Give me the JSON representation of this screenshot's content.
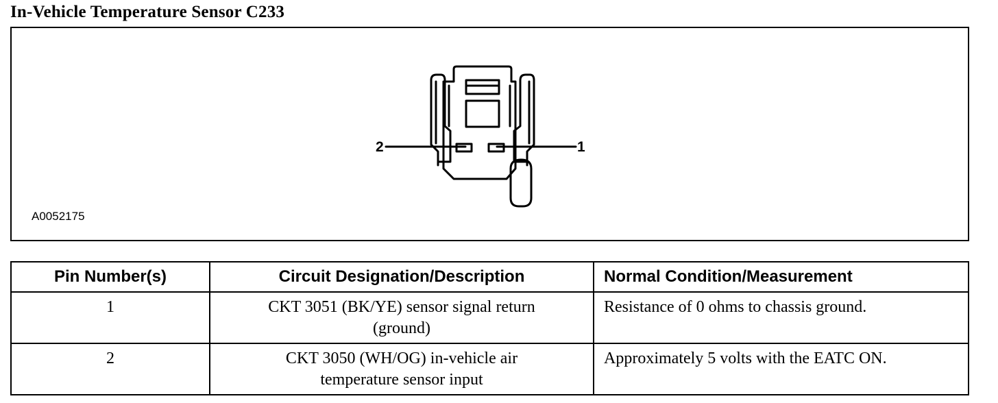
{
  "page": {
    "title": "In-Vehicle Temperature Sensor C233"
  },
  "figure": {
    "figure_id": "A0052175",
    "pin_labels": {
      "left": "2",
      "right": "1"
    }
  },
  "table": {
    "headers": [
      "Pin Number(s)",
      "Circuit Designation/Description",
      "Normal Condition/Measurement"
    ],
    "rows": [
      {
        "pin": "1",
        "circuit_line1": "CKT 3051 (BK/YE) sensor signal return",
        "circuit_line2": "(ground)",
        "condition": "Resistance of 0 ohms to chassis ground."
      },
      {
        "pin": "2",
        "circuit_line1": "CKT 3050 (WH/OG) in-vehicle air",
        "circuit_line2": "temperature sensor input",
        "condition": "Approximately 5 volts with the EATC ON."
      }
    ]
  }
}
